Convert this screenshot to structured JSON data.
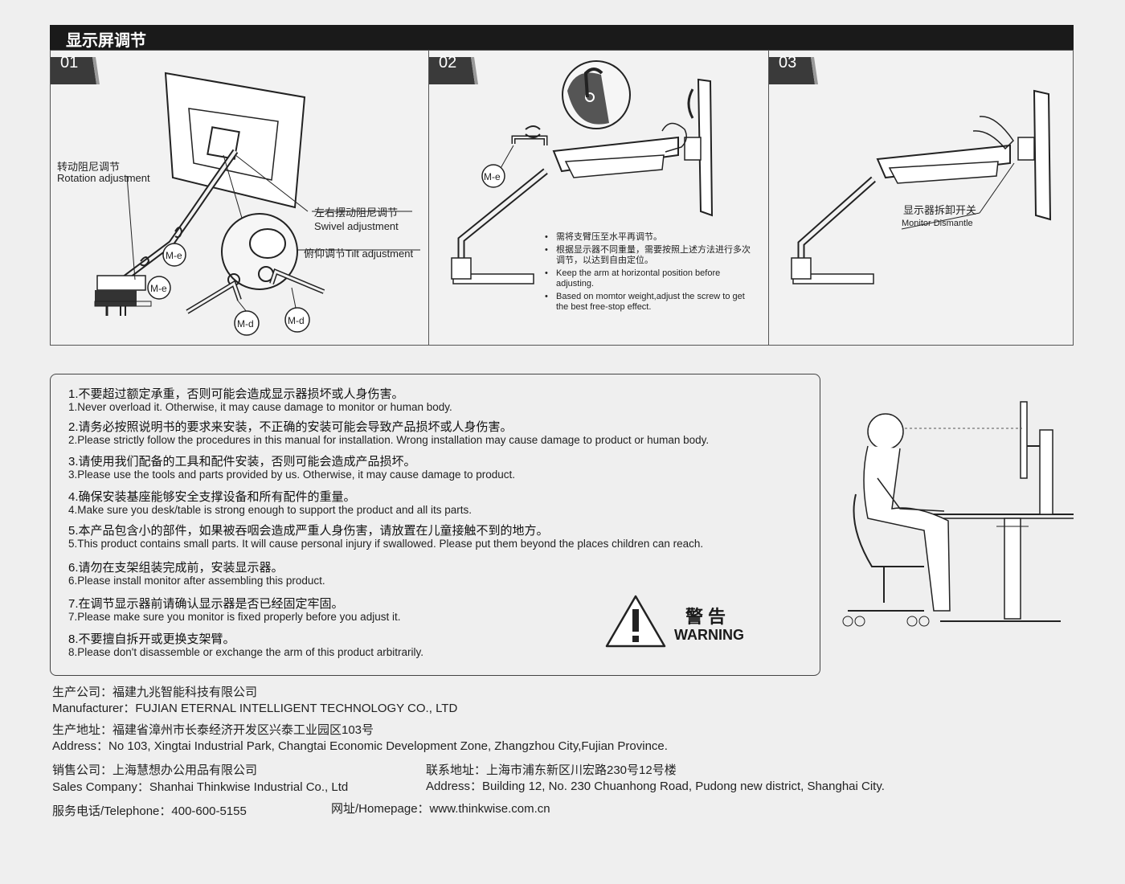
{
  "header": {
    "title": "显示屏调节"
  },
  "steps": [
    {
      "num": "01",
      "labels": {
        "rotation_cn": "转动阻尼调节",
        "rotation_en": "Rotation adjustment",
        "swivel_cn": "左右摆动阻尼调节",
        "swivel_en": "Swivel  adjustment",
        "tilt": "俯仰调节Tilt adjustment",
        "me1": "M-e",
        "me2": "M-e",
        "md1": "M-d",
        "md2": "M-d"
      }
    },
    {
      "num": "02",
      "labels": {
        "me": "M-e"
      },
      "notes": [
        "需将支臂压至水平再调节。",
        "根据显示器不同重量，需要按照上述方法进行多次调节，以达到自由定位。",
        "Keep the arm at horizontal position before adjusting.",
        "Based on momtor weight,adjust the screw to get the best free-stop effect."
      ]
    },
    {
      "num": "03",
      "labels": {
        "dismantle_cn": "显示器拆卸开关",
        "dismantle_en": "Monitor Dismantle"
      }
    }
  ],
  "warnings": [
    {
      "cn": "1.不要超过额定承重，否则可能会造成显示器损坏或人身伤害。",
      "en": "1.Never overload it. Otherwise, it may cause damage to monitor or human body."
    },
    {
      "cn": "2.请务必按照说明书的要求来安装，不正确的安装可能会导致产品损坏或人身伤害。",
      "en": "2.Please strictly follow the procedures in this manual for installation. Wrong installation may cause damage to product or human body."
    },
    {
      "cn": "3.请使用我们配备的工具和配件安装，否则可能会造成产品损坏。",
      "en": "3.Please use the tools and parts provided by us. Otherwise, it may cause damage to product."
    },
    {
      "cn": "4.确保安装基座能够安全支撑设备和所有配件的重量。",
      "en": "4.Make sure you desk/table is strong enough to support the product and all its parts."
    },
    {
      "cn": "5.本产品包含小的部件，如果被吞咽会造成严重人身伤害，请放置在儿童接触不到的地方。",
      "en": "5.This product contains small parts. It will cause personal injury if swallowed. Please put them beyond the places children can reach."
    },
    {
      "cn": "6.请勿在支架组装完成前，安装显示器。",
      "en": "6.Please install monitor after assembling this product."
    },
    {
      "cn": "7.在调节显示器前请确认显示器是否已经固定牢固。",
      "en": "7.Please make sure you monitor is fixed properly before you adjust it."
    },
    {
      "cn": "8.不要擅自拆开或更换支架臂。",
      "en": "8.Please don't disassemble or exchange the arm of this product arbitrarily."
    }
  ],
  "warning_sign": {
    "cn": "警告",
    "en": "WARNING"
  },
  "company": {
    "manufacturer_cn": "生产公司：福建九兆智能科技有限公司",
    "manufacturer_en": "Manufacturer：FUJIAN ETERNAL INTELLIGENT TECHNOLOGY CO., LTD",
    "address_cn": "生产地址：福建省漳州市长泰经济开发区兴泰工业园区103号",
    "address_en": "Address：No 103, Xingtai Industrial Park, Changtai Economic Development Zone, Zhangzhou City,Fujian Province.",
    "sales_cn": "销售公司：上海慧想办公用品有限公司",
    "sales_en": "Sales Company：Shanhai Thinkwise Industrial Co., Ltd",
    "contact_cn": "联系地址：上海市浦东新区川宏路230号12号楼",
    "contact_en": "Address：Building 12, No. 230 Chuanhong Road, Pudong new district, Shanghai City.",
    "telephone": "服务电话/Telephone：400-600-5155",
    "homepage": "网址/Homepage：www.thinkwise.com.cn"
  }
}
